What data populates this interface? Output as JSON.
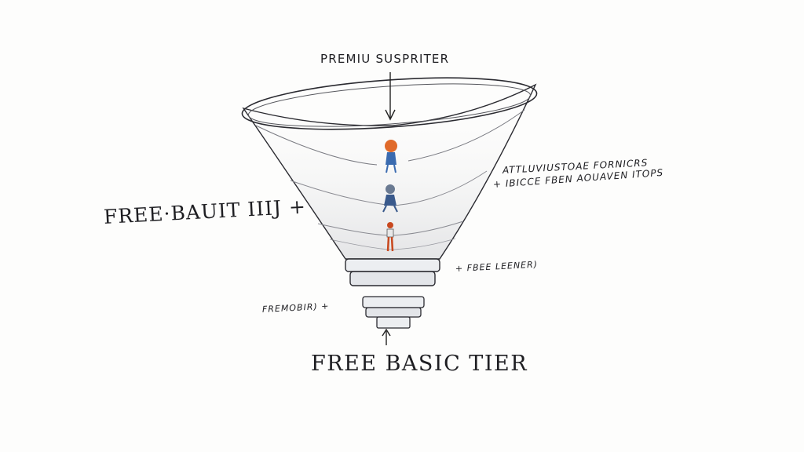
{
  "diagram": {
    "top_label": "PREMIU SUSPRITER",
    "left_label": "FREE·BAUIT IIIJ +",
    "right_label_line1": "ATTLUVIUSTOAE FORNICRS",
    "right_label_line2": "+ IBICCE FBEN AOUAVEN ITOPS",
    "neck_right_label": "+ FBEE LEENER)",
    "neck_left_label": "FREMOBIR) +",
    "bottom_label": "FREE BASIC TIER"
  },
  "colors": {
    "ink": "#1e1e22",
    "figure_head": "#e06a2a",
    "figure_body": "#3a6bb0",
    "figure_legs": "#c8481e"
  }
}
